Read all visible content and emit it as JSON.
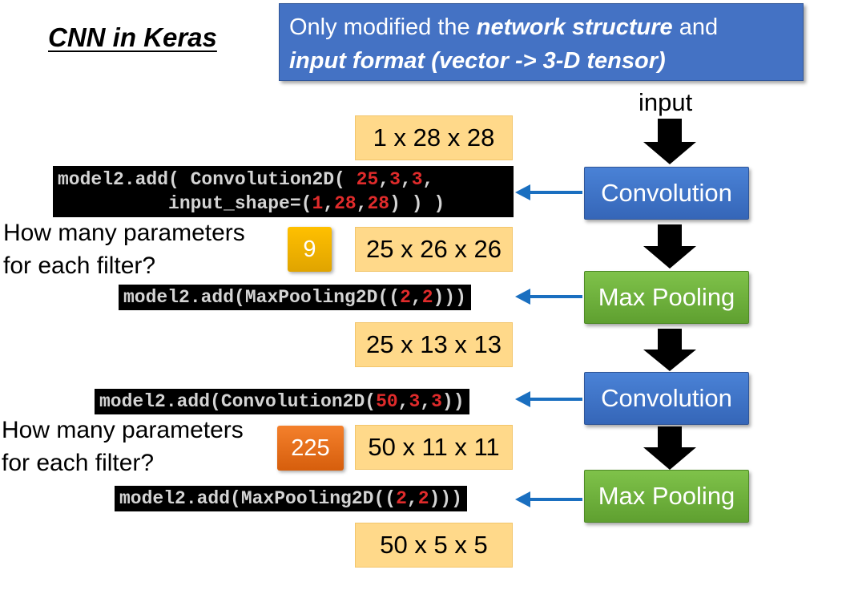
{
  "title": "CNN in Keras",
  "note": {
    "line1_prefix": "Only modified the ",
    "line1_bold": "network structure",
    "line1_suffix": " and",
    "line2_bold": "input format (vector -> 3-D tensor)"
  },
  "input_label": "input",
  "layers": [
    "Convolution",
    "Max Pooling",
    "Convolution",
    "Max Pooling"
  ],
  "shapes": [
    "1 x 28 x 28",
    "25 x 26 x 26",
    "25 x 13 x 13",
    "50 x 11 x 11",
    "50 x 5 x 5"
  ],
  "code": {
    "conv1_line1_a": "model2.add( Convolution2D( ",
    "conv1_n1": "25",
    "conv1_n2": "3",
    "conv1_n3": "3",
    "conv1_line2_a": "          input_shape=(",
    "conv1_n4": "1",
    "conv1_n5": "28",
    "conv1_n6": "28",
    "conv1_line2_b": ") ) )",
    "pool1_a": "model2.add(MaxPooling2D((",
    "pool1_n1": "2",
    "pool1_n2": "2",
    "pool1_b": ")))",
    "conv2_a": "model2.add(Convolution2D(",
    "conv2_n1": "50",
    "conv2_n2": "3",
    "conv2_n3": "3",
    "conv2_b": "))",
    "pool2_a": "model2.add(MaxPooling2D((",
    "pool2_n1": "2",
    "pool2_n2": "2",
    "pool2_b": ")))"
  },
  "questions": [
    {
      "line1": "How many parameters",
      "line2": "for each filter?",
      "answer": "9"
    },
    {
      "line1": "How many parameters",
      "line2": "for each filter?",
      "answer": "225"
    }
  ],
  "colors": {
    "note_bg": "#4472c4",
    "conv": "#4472c4",
    "pool": "#70ad47",
    "shape_bg": "#ffd98a",
    "code_number": "#e02b2b",
    "arrow_blue": "#1a6fc0",
    "answer1": "#ffc000",
    "answer2": "#ed7d31"
  }
}
